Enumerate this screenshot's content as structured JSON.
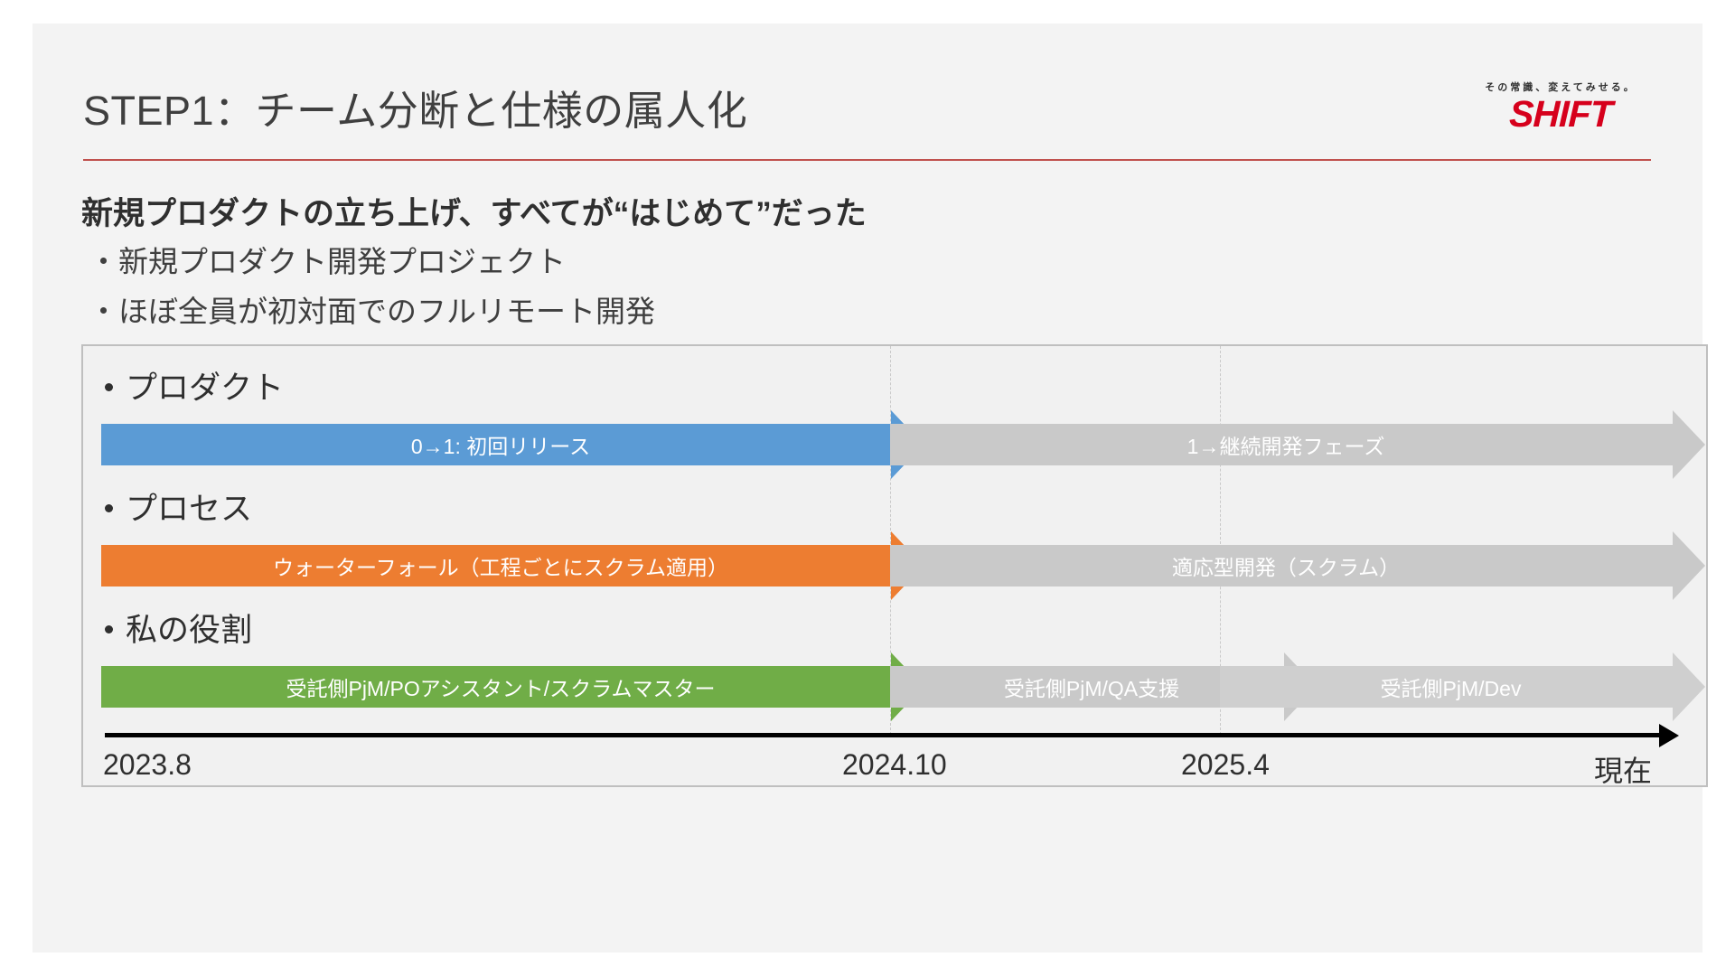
{
  "slide": {
    "title": "STEP1：チーム分断と仕様の属人化",
    "logo": {
      "tagline": "その常識、変えてみせる。",
      "wordmark": "SHIFT",
      "color": "#d6001c"
    },
    "lead": "新規プロダクトの立ち上げ、すべてが“はじめて”だった",
    "bullets": [
      "・新規プロダクト開発プロジェクト",
      "・ほぼ全員が初対面でのフルリモート開発"
    ]
  },
  "chart_data": {
    "type": "timeline",
    "title": "STEP1：チーム分断と仕様の属人化",
    "xlabel": "",
    "ylabel": "",
    "grid": true,
    "legend": "none",
    "axis_ticks": [
      "2023.8",
      "2024.10",
      "2025.4",
      "現在"
    ],
    "axis_tick_positions_pct": [
      0,
      51.2,
      71.5,
      100
    ],
    "colors": {
      "product": "#5b9bd5",
      "process": "#ed7d31",
      "role": "#70ad47",
      "inactive": "#c9c9c9",
      "accent_rule": "#c0504d"
    },
    "rows": [
      {
        "label": "プロダクト",
        "segments": [
          {
            "text": "0→1: 初回リリース",
            "color": "#5b9bd5",
            "start": "2023.8",
            "end": "2024.10",
            "state": "highlight"
          },
          {
            "text": "1→継続開発フェーズ",
            "color": "#c9c9c9",
            "start": "2024.10",
            "end": "現在",
            "state": "muted"
          }
        ]
      },
      {
        "label": "プロセス",
        "segments": [
          {
            "text": "ウォーターフォール（工程ごとにスクラム適用）",
            "color": "#ed7d31",
            "start": "2023.8",
            "end": "2024.10",
            "state": "highlight"
          },
          {
            "text": "適応型開発（スクラム）",
            "color": "#c9c9c9",
            "start": "2024.10",
            "end": "現在",
            "state": "muted"
          }
        ]
      },
      {
        "label": "私の役割",
        "segments": [
          {
            "text": "受託側PjM/POアシスタント/スクラムマスター",
            "color": "#70ad47",
            "start": "2023.8",
            "end": "2024.10",
            "state": "highlight"
          },
          {
            "text": "受託側PjM/QA支援",
            "color": "#c9c9c9",
            "start": "2024.10",
            "end": "2025.4",
            "state": "muted"
          },
          {
            "text": "受託側PjM/Dev",
            "color": "#cfcfcf",
            "start": "2025.4",
            "end": "現在",
            "state": "muted"
          }
        ]
      }
    ]
  }
}
